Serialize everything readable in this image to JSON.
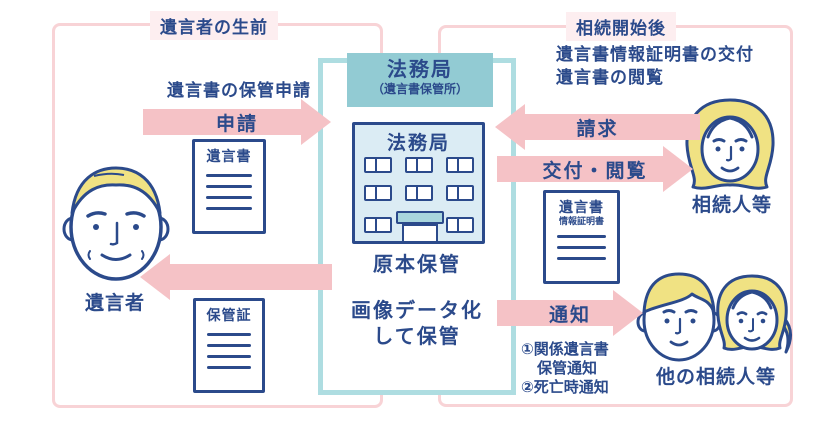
{
  "stages": {
    "pre_death": "遺言者の生前",
    "post_inheritance": "相続開始後"
  },
  "bureau": {
    "name": "法務局",
    "subtitle": "（遺言書保管所）",
    "building_sign": "法務局",
    "storage_original": "原本保管",
    "storage_image_line1": "画像データ化",
    "storage_image_line2": "して保管"
  },
  "left": {
    "caption": "遺言書の保管申請",
    "apply_arrow_label": "申請",
    "will_doc_title": "遺言書",
    "cert_doc_title": "保管証",
    "testator_label": "遺言者"
  },
  "right": {
    "caption_line1": "遺言書情報証明書の交付",
    "caption_line2": "遺言書の閲覧",
    "claim_arrow_label": "請求",
    "issue_arrow_label": "交付・閲覧",
    "notify_arrow_label": "通知",
    "info_doc_title": "遺言書",
    "info_doc_sub": "情報証明書",
    "heir_label": "相続人等",
    "other_heirs_label": "他の相続人等",
    "notes": [
      "①関係遺言書",
      "保管通知",
      "②死亡時通知"
    ]
  },
  "colors": {
    "frame_pink": "#f8d3d6",
    "label_pink_bg": "#fdeef0",
    "arrow_pink": "#f5c2c6",
    "ink_blue": "#2b4a8b",
    "panel_teal_border": "#aedde1",
    "header_teal": "#92cbd3",
    "building_fill": "#dbecf4",
    "hair_yellow": "#f0e283",
    "door_awning": "#a9d6dd"
  }
}
